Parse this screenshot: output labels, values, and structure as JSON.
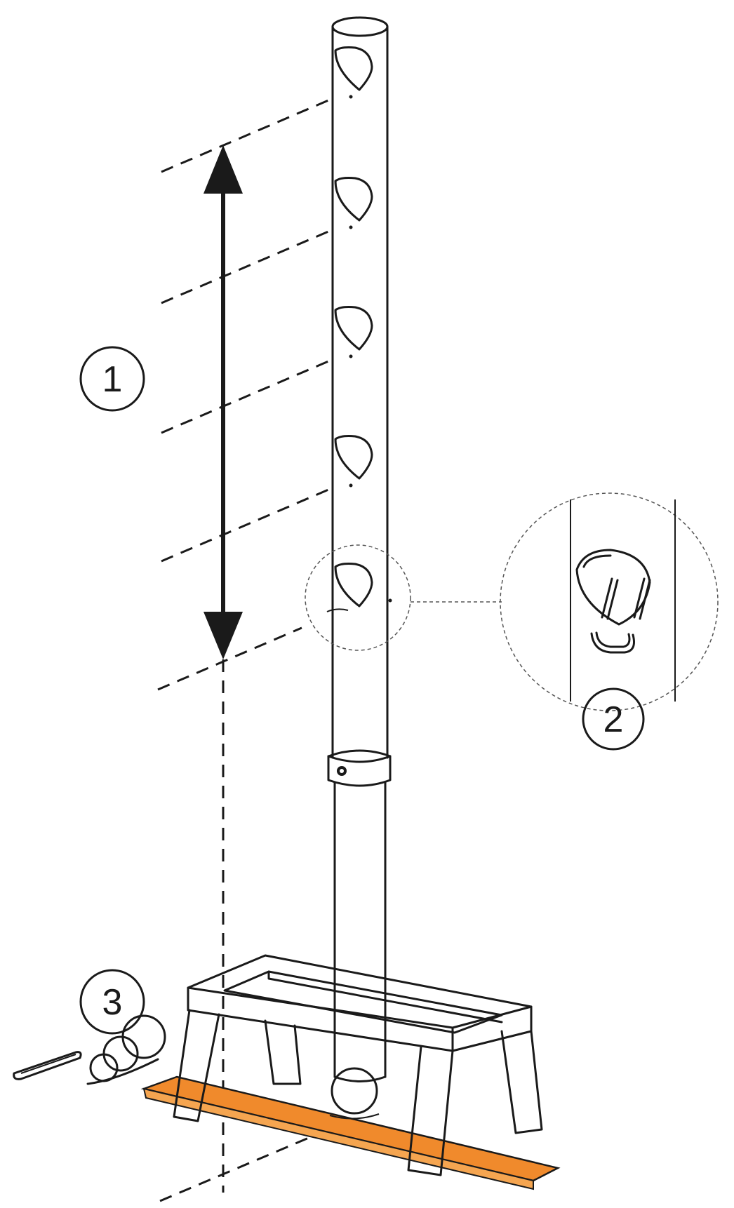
{
  "callouts": [
    {
      "id": "1",
      "label": "1"
    },
    {
      "id": "2",
      "label": "2"
    },
    {
      "id": "3",
      "label": "3"
    }
  ],
  "colors": {
    "line": "#1a1a1a",
    "plate": "#f08a2c",
    "background": "#ffffff"
  },
  "icons": {
    "height_arrow": "double-vertical-arrow-icon",
    "pin": "u-pin-icon",
    "ball": "ball-icon"
  }
}
